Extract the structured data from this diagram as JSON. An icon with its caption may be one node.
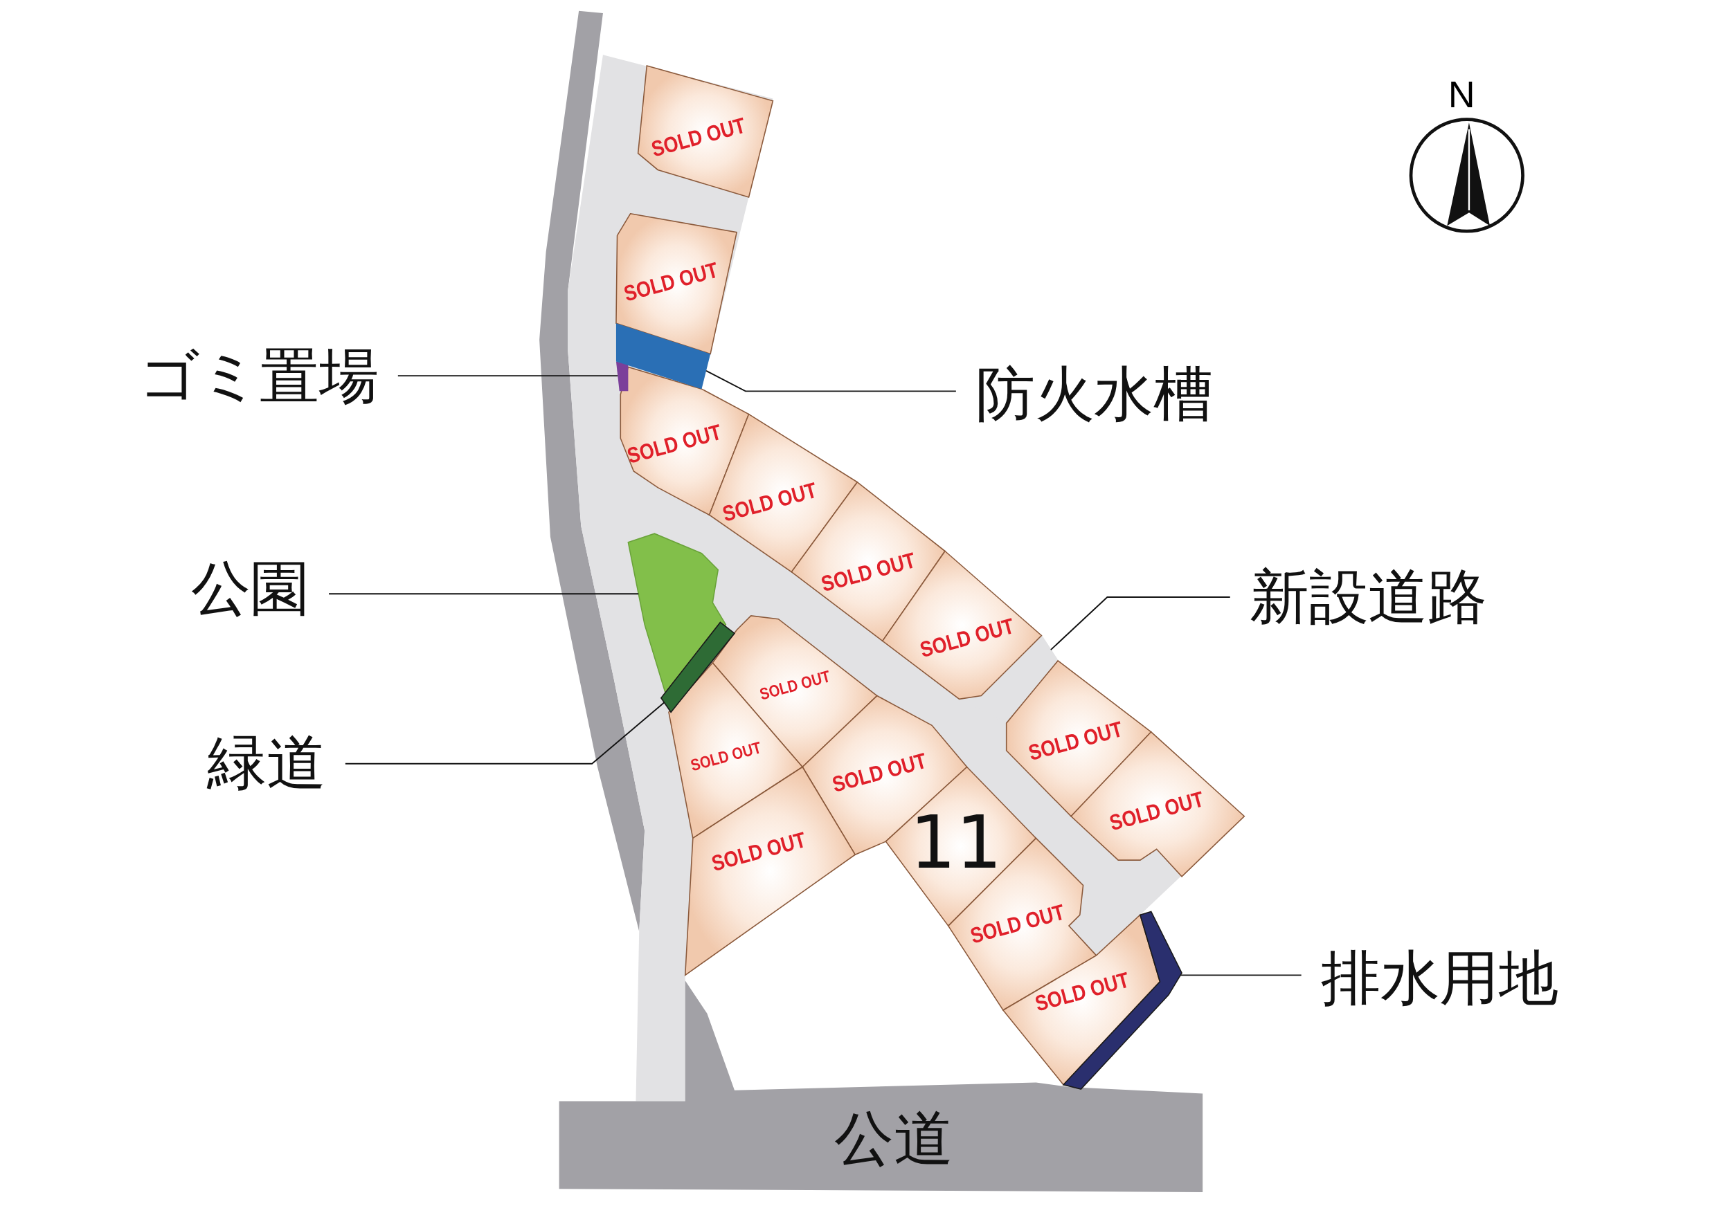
{
  "diagram": {
    "nodes": [
      {
        "text": [
          "ゴミ置場"
        ]
      },
      {
        "text": [
          "防火水槽"
        ]
      },
      {
        "text": [
          "公園"
        ]
      },
      {
        "text": [
          "新設道路"
        ]
      },
      {
        "text": [
          "緑道"
        ]
      },
      {
        "text": [
          "排水用地"
        ]
      },
      {
        "text": [],
        "shape": "box"
      },
      {
        "text": [],
        "shape": "box"
      },
      {
        "text": [],
        "shape": "polygon"
      },
      {
        "text": [],
        "shape": "bar"
      },
      {
        "text": [],
        "shape": "bar"
      },
      {
        "text": [
          "公道"
        ]
      },
      {
        "text": [
          "SOLD OUT"
        ]
      },
      {
        "text": [
          "SOLD OUT"
        ]
      },
      {
        "text": [
          "SOLD OUT"
        ]
      },
      {
        "text": [
          "SOLD OUT"
        ]
      },
      {
        "text": [
          "SOLD OUT"
        ]
      },
      {
        "text": [
          "SOLD OUT"
        ]
      },
      {
        "text": [
          "SOLD OUT"
        ]
      },
      {
        "text": [
          "SOLD OUT"
        ]
      },
      {
        "text": [
          "SOLD OUT"
        ]
      },
      {
        "text": [
          "SOLD OUT"
        ]
      },
      {
        "text": [
          "SOLD OUT"
        ]
      },
      {
        "text": [
          "SOLD OUT"
        ]
      },
      {
        "text": [
          "11"
        ]
      },
      {
        "text": [
          "SOLD OUT"
        ]
      },
      {
        "text": [
          "SOLD OUT"
        ]
      },
      {
        "text": [],
        "shape": "band"
      }
    ],
    "edges": [
      {
        "from": 0,
        "to": 6,
        "arrow": "none"
      },
      {
        "from": 1,
        "to": 7,
        "arrow": "none"
      },
      {
        "from": 2,
        "to": 8,
        "arrow": "none"
      },
      {
        "from": 3,
        "to": 27,
        "arrow": "none"
      },
      {
        "from": 4,
        "to": 9,
        "arrow": "none"
      },
      {
        "from": 5,
        "to": 10,
        "arrow": "none"
      }
    ],
    "labels": [
      "N"
    ]
  }
}
